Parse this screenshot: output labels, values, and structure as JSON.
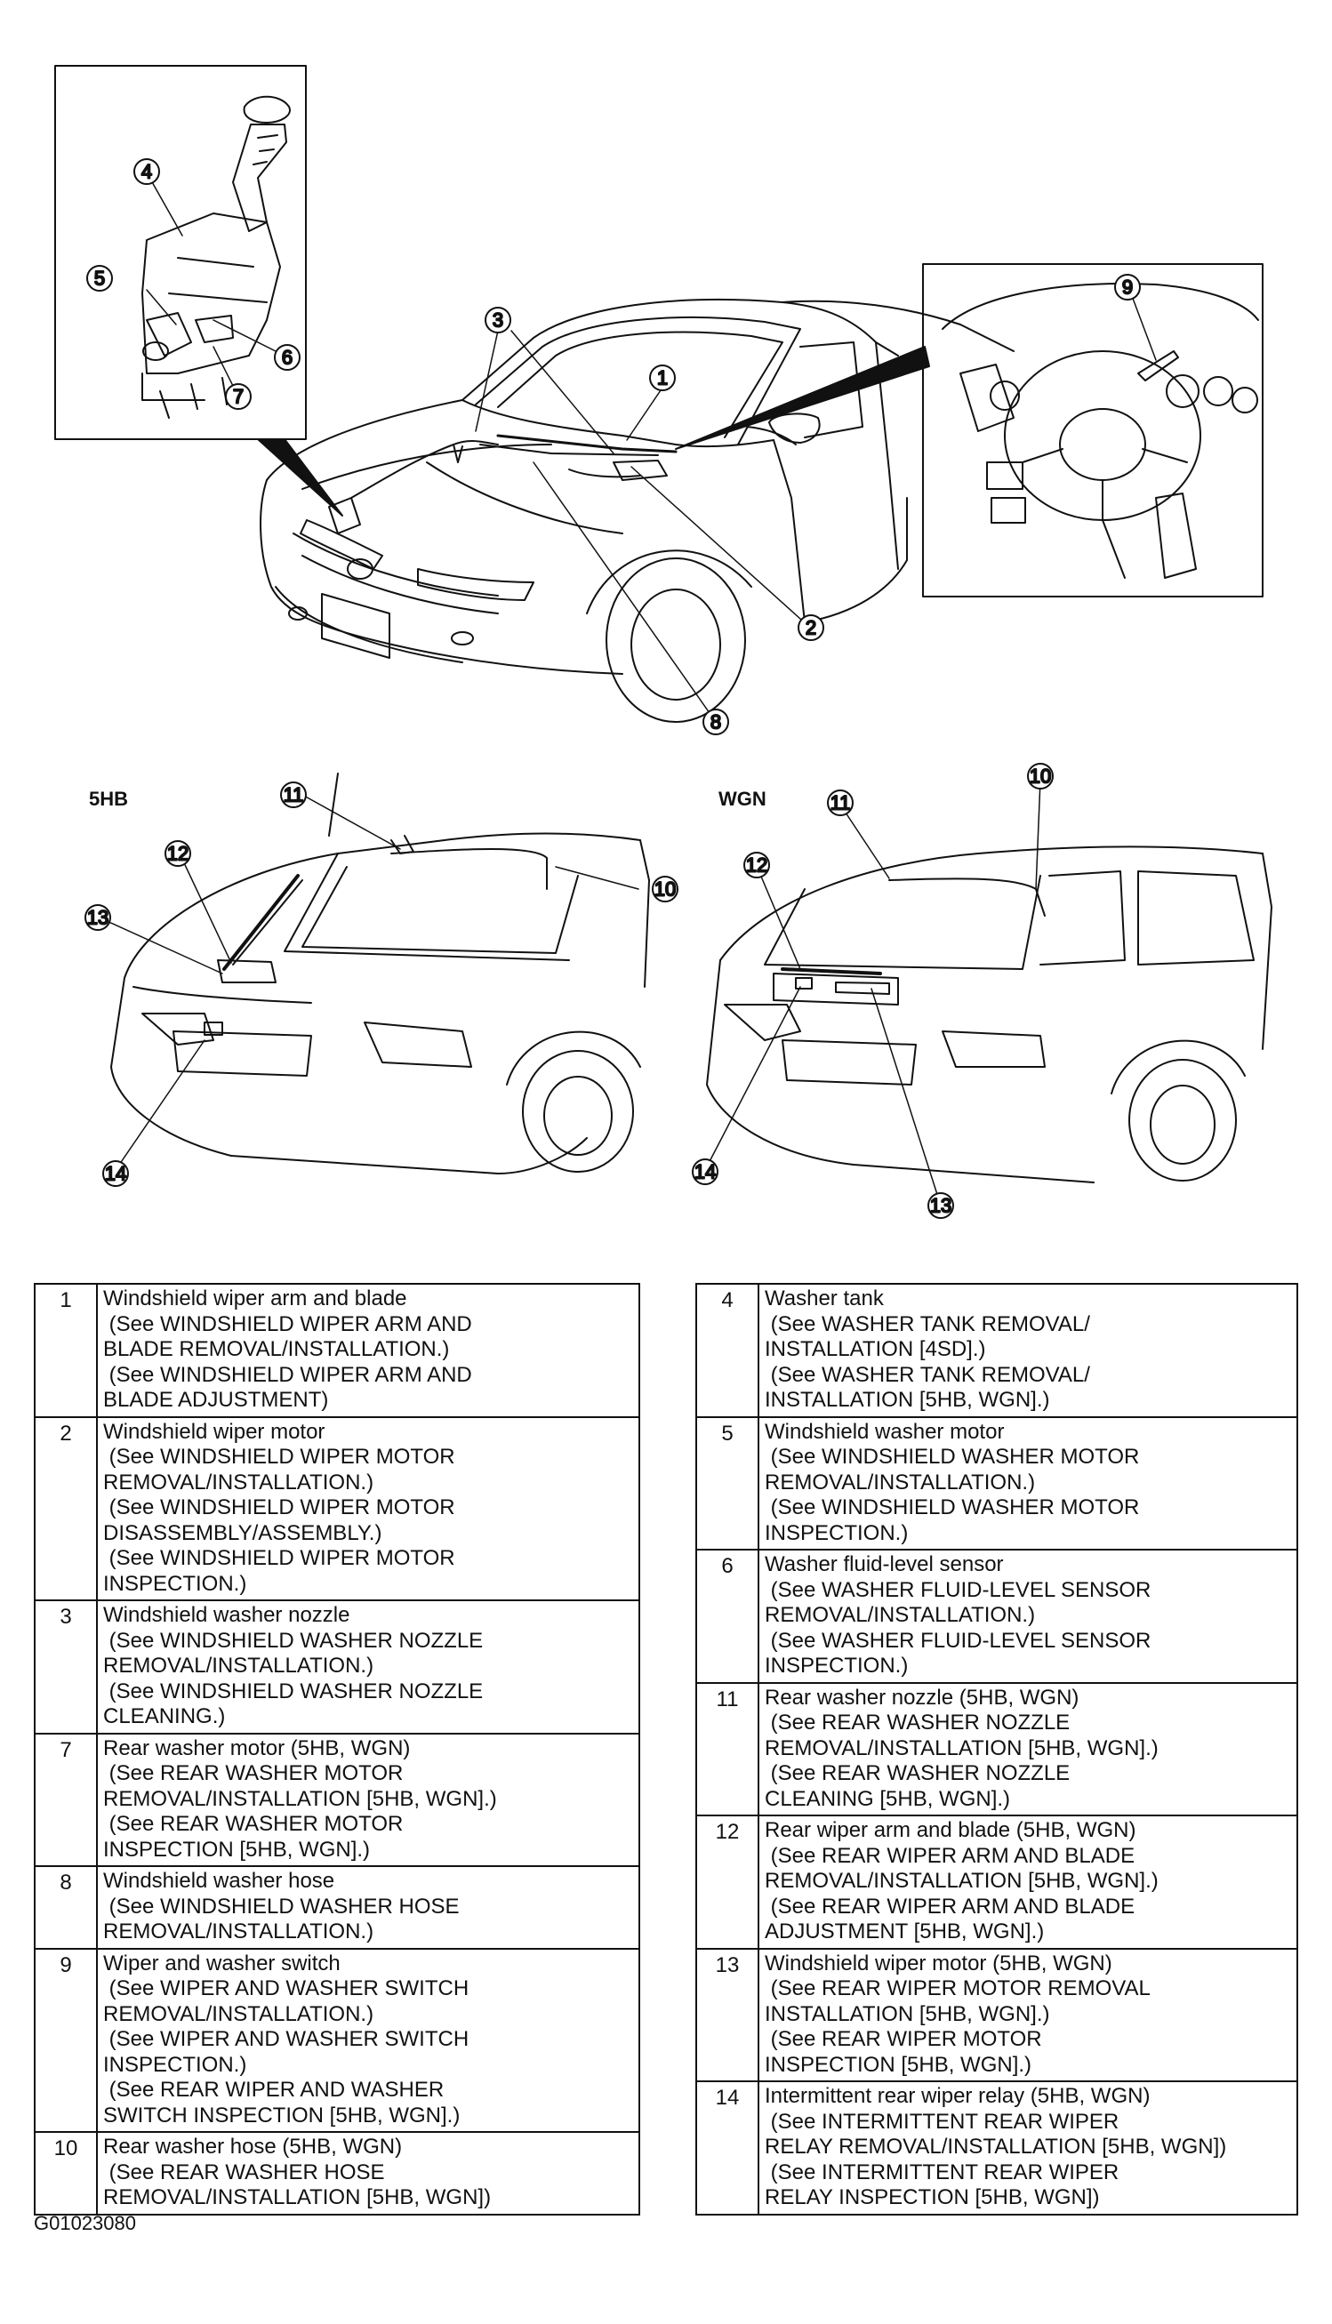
{
  "diagram": {
    "callouts": [
      {
        "id": "c1",
        "label": "1"
      },
      {
        "id": "c2",
        "label": "2"
      },
      {
        "id": "c3",
        "label": "3"
      },
      {
        "id": "c4",
        "label": "4"
      },
      {
        "id": "c5",
        "label": "5"
      },
      {
        "id": "c6",
        "label": "6"
      },
      {
        "id": "c7",
        "label": "7"
      },
      {
        "id": "c8",
        "label": "8"
      },
      {
        "id": "c9",
        "label": "9"
      },
      {
        "id": "c10a",
        "label": "10"
      },
      {
        "id": "c11a",
        "label": "11"
      },
      {
        "id": "c12a",
        "label": "12"
      },
      {
        "id": "c13a",
        "label": "13"
      },
      {
        "id": "c14a",
        "label": "14"
      },
      {
        "id": "c10b",
        "label": "10"
      },
      {
        "id": "c11b",
        "label": "11"
      },
      {
        "id": "c12b",
        "label": "12"
      },
      {
        "id": "c13b",
        "label": "13"
      },
      {
        "id": "c14b",
        "label": "14"
      }
    ],
    "section_5hb": "5HB",
    "section_wgn": "WGN"
  },
  "table_left": [
    {
      "num": "1",
      "lines": [
        "Windshield wiper arm and blade",
        " (See WINDSHIELD WIPER ARM AND",
        "BLADE REMOVAL/INSTALLATION.)",
        " (See WINDSHIELD WIPER ARM AND",
        "BLADE ADJUSTMENT)"
      ]
    },
    {
      "num": "2",
      "lines": [
        "Windshield wiper motor",
        " (See WINDSHIELD WIPER MOTOR",
        "REMOVAL/INSTALLATION.)",
        " (See WINDSHIELD WIPER MOTOR",
        "DISASSEMBLY/ASSEMBLY.)",
        " (See WINDSHIELD WIPER MOTOR",
        "INSPECTION.)"
      ]
    },
    {
      "num": "3",
      "lines": [
        "Windshield washer nozzle",
        " (See WINDSHIELD WASHER NOZZLE",
        "REMOVAL/INSTALLATION.)",
        " (See WINDSHIELD WASHER NOZZLE",
        "CLEANING.)"
      ]
    },
    {
      "num": "7",
      "lines": [
        "Rear washer motor (5HB, WGN)",
        " (See REAR WASHER MOTOR",
        "REMOVAL/INSTALLATION [5HB, WGN].)",
        " (See REAR WASHER MOTOR",
        "INSPECTION [5HB, WGN].)"
      ]
    },
    {
      "num": "8",
      "lines": [
        "Windshield washer hose",
        " (See WINDSHIELD WASHER HOSE",
        "REMOVAL/INSTALLATION.)"
      ]
    },
    {
      "num": "9",
      "lines": [
        "Wiper and washer switch",
        " (See WIPER AND WASHER SWITCH",
        "REMOVAL/INSTALLATION.)",
        " (See WIPER AND WASHER SWITCH",
        "INSPECTION.)",
        " (See REAR WIPER AND WASHER",
        "SWITCH INSPECTION [5HB, WGN].)"
      ]
    },
    {
      "num": "10",
      "lines": [
        "Rear washer hose (5HB, WGN)",
        " (See REAR WASHER HOSE",
        "REMOVAL/INSTALLATION [5HB, WGN])"
      ]
    }
  ],
  "table_right": [
    {
      "num": "4",
      "lines": [
        "Washer tank",
        " (See WASHER TANK REMOVAL/",
        "INSTALLATION [4SD].)",
        " (See WASHER TANK REMOVAL/",
        "INSTALLATION [5HB, WGN].)"
      ]
    },
    {
      "num": "5",
      "lines": [
        "Windshield washer motor",
        " (See WINDSHIELD WASHER MOTOR",
        "REMOVAL/INSTALLATION.)",
        " (See WINDSHIELD WASHER MOTOR",
        "INSPECTION.)"
      ]
    },
    {
      "num": "6",
      "lines": [
        "Washer fluid-level sensor",
        " (See WASHER FLUID-LEVEL SENSOR",
        "REMOVAL/INSTALLATION.)",
        " (See WASHER FLUID-LEVEL SENSOR",
        "INSPECTION.)"
      ]
    },
    {
      "num": "11",
      "lines": [
        "Rear washer nozzle (5HB, WGN)",
        " (See REAR WASHER NOZZLE",
        "REMOVAL/INSTALLATION [5HB, WGN].)",
        " (See REAR WASHER NOZZLE",
        "CLEANING [5HB, WGN].)"
      ]
    },
    {
      "num": "12",
      "lines": [
        "Rear wiper arm and blade (5HB, WGN)",
        " (See REAR WIPER ARM AND BLADE",
        "REMOVAL/INSTALLATION [5HB, WGN].)",
        " (See REAR WIPER ARM AND BLADE",
        "ADJUSTMENT [5HB, WGN].)"
      ]
    },
    {
      "num": "13",
      "lines": [
        "Windshield wiper motor (5HB, WGN)",
        " (See REAR WIPER MOTOR REMOVAL",
        "INSTALLATION [5HB, WGN].)",
        " (See REAR WIPER MOTOR",
        "INSPECTION [5HB, WGN].)"
      ]
    },
    {
      "num": "14",
      "lines": [
        "Intermittent rear wiper relay (5HB, WGN)",
        " (See INTERMITTENT REAR WIPER",
        "RELAY REMOVAL/INSTALLATION [5HB, WGN])",
        " (See INTERMITTENT REAR WIPER",
        "RELAY INSPECTION [5HB, WGN])"
      ]
    }
  ],
  "figure_code": "G01023080"
}
